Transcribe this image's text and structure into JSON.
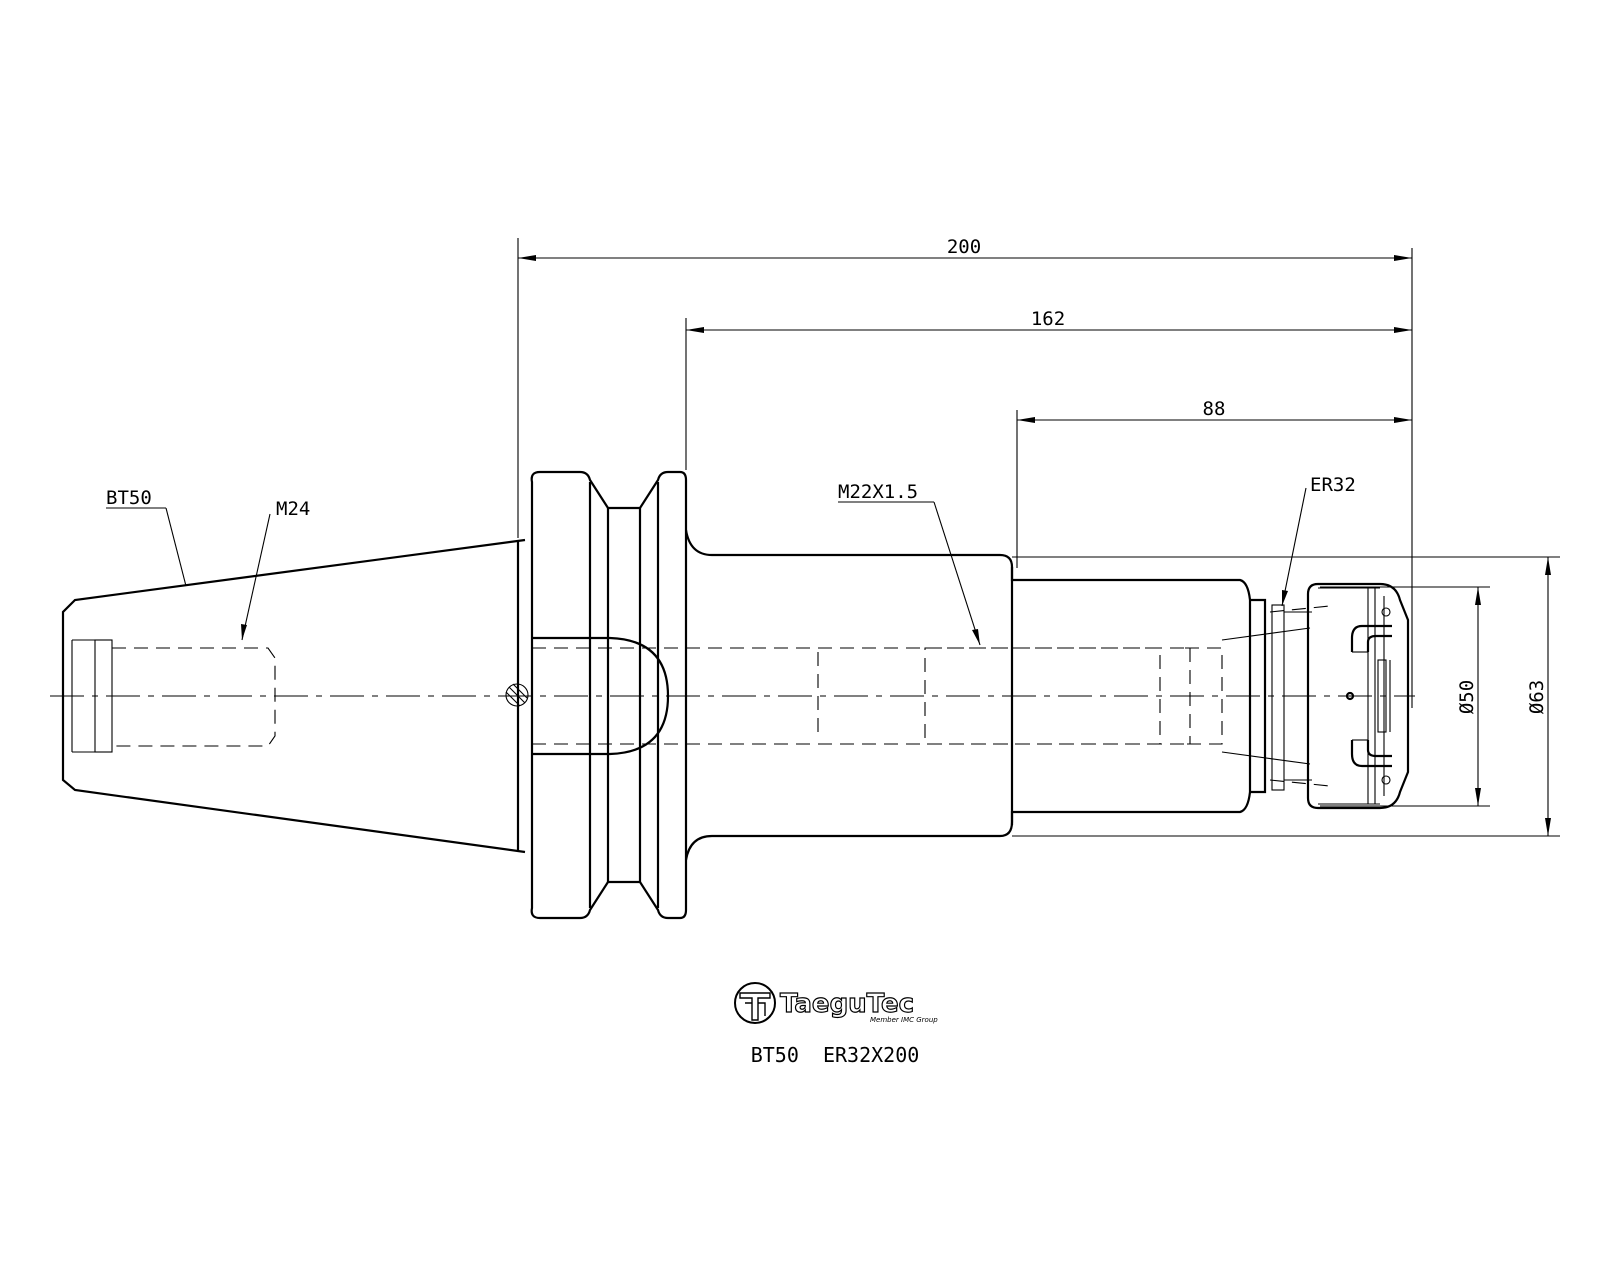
{
  "dimensions": {
    "overall_length": "200",
    "gauge_to_nose": "162",
    "reduced_length": "88",
    "diameter_small": "Ø50",
    "diameter_large": "Ø63"
  },
  "callouts": {
    "taper": "BT50",
    "retention_thread": "M24",
    "coolant_thread": "M22X1.5",
    "collet": "ER32"
  },
  "logo": {
    "brand": "TaeguTec",
    "tagline": "Member IMC Group"
  },
  "part_number": "BT50  ER32X200"
}
